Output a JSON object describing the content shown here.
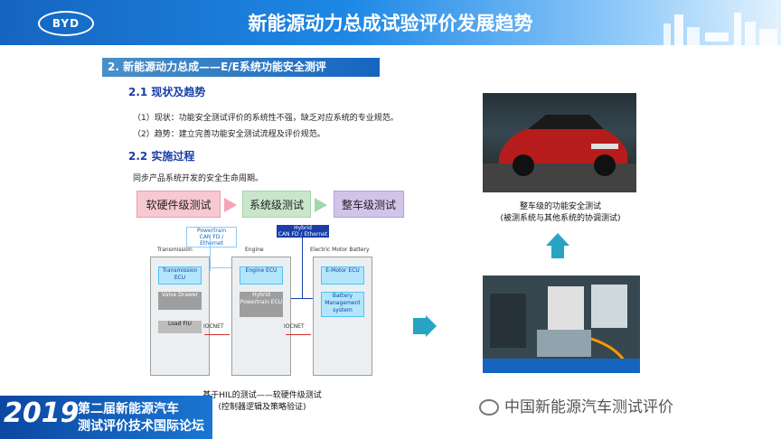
{
  "header": {
    "logo_text": "BYD",
    "title": "新能源动力总成试验评价发展趋势"
  },
  "section": {
    "title": "2. 新能源动力总成——E/E系统功能安全测评"
  },
  "status": {
    "heading": "2.1 现状及趋势",
    "line1": "（1）现状：功能安全测试评价的系统性不强，缺乏对应系统的专业规范。",
    "line2": "（2）趋势：建立完善功能安全测试流程及评价规范。"
  },
  "process": {
    "heading": "2.2 实施过程",
    "intro": "同步产品系统开发的安全生命周期。",
    "stages": [
      "软硬件级测试",
      "系统级测试",
      "整车级测试"
    ]
  },
  "diagram": {
    "bus_label_1": "Powertrain\nCAN FD / Ethernet",
    "bus_label_2": "Hybrid\nCAN FD / Ethernet",
    "rack_titles": [
      "Transmission",
      "Engine",
      "Electric Motor Battery"
    ],
    "rack1_boxes": [
      "Transmission ECU",
      "Valve Drawer",
      "Load FIU"
    ],
    "rack2_boxes": [
      "Engine ECU",
      "Hybrid Powertrain ECU"
    ],
    "rack3_boxes": [
      "E-Motor ECU",
      "Battery Management system"
    ],
    "link_labels": [
      "IOCNET",
      "IOCNET"
    ]
  },
  "captions": {
    "hil": "基于HIL的测试——软硬件级测试",
    "hil_sub": "(控制器逻辑及策略验证)",
    "vehicle": "整车级的功能安全测试",
    "vehicle_sub": "(被测系统与其他系统的协调测试)"
  },
  "footer": {
    "year_logo": "2019",
    "event_line1": "第二届新能源汽车",
    "event_line2": "测试评价技术国际论坛",
    "watermark": "中国新能源汽车测试评价"
  },
  "colors": {
    "header_blue": "#1565c0",
    "heading_blue": "#1a3ea8",
    "stage_pink": "#f8c8d0",
    "stage_green": "#c8e6c9",
    "stage_purple": "#d1c4e9",
    "arrow_teal": "#29a3c4"
  }
}
